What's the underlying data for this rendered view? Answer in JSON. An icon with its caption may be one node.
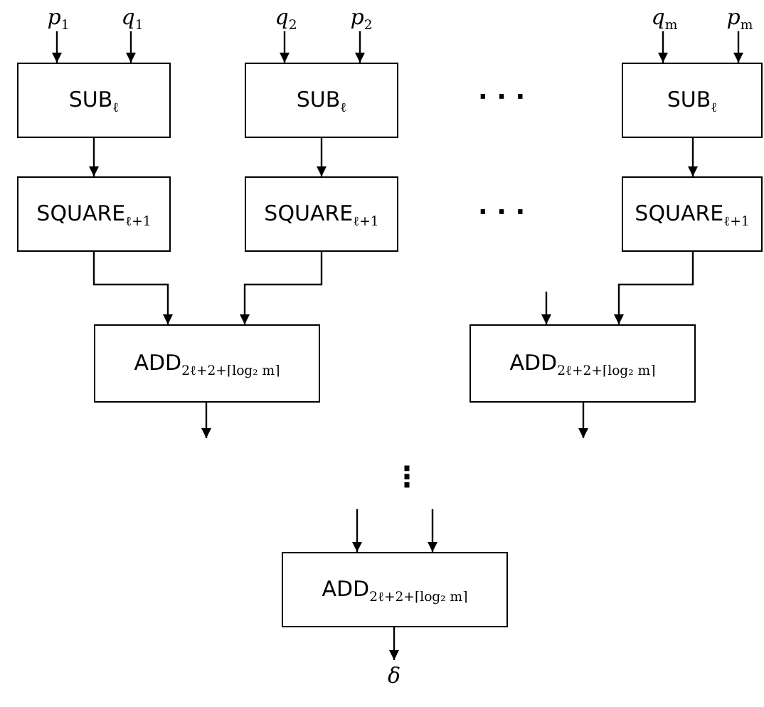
{
  "diagram": {
    "nodes": [
      {
        "text": [
          "*p*$_{1}$"
        ]
      },
      {
        "text": [
          "*q*$_{1}$"
        ]
      },
      {
        "text": [
          "*q*$_{2}$"
        ]
      },
      {
        "text": [
          "*p*$_{2}$"
        ]
      },
      {
        "text": [
          "*q*$_{m}$"
        ]
      },
      {
        "text": [
          "*p*$_{m}$"
        ]
      },
      {
        "text": [
          "SUB$_{ℓ}$"
        ]
      },
      {
        "text": [
          "SUB$_{ℓ}$"
        ]
      },
      {
        "text": [
          "SUB$_{ℓ}$"
        ]
      },
      {
        "text": [
          "SQUARE$_{ℓ+1}$"
        ]
      },
      {
        "text": [
          "SQUARE$_{ℓ+1}$"
        ]
      },
      {
        "text": [
          "SQUARE$_{ℓ+1}$"
        ]
      },
      {
        "text": [
          "ADD$_{2ℓ+2+⌈log₂ m⌉}$"
        ]
      },
      {
        "text": [
          "ADD$_{2ℓ+2+⌈log₂ m⌉}$"
        ]
      },
      {
        "text": [
          "ADD$_{2ℓ+2+⌈log₂ m⌉}$"
        ]
      },
      {
        "text": [
          "*δ*"
        ]
      }
    ],
    "edges": [
      {
        "from": 0,
        "to": 6,
        "arrow": "to"
      },
      {
        "from": 1,
        "to": 6,
        "arrow": "to"
      },
      {
        "from": 2,
        "to": 7,
        "arrow": "to"
      },
      {
        "from": 3,
        "to": 7,
        "arrow": "to"
      },
      {
        "from": 4,
        "to": 8,
        "arrow": "to"
      },
      {
        "from": 5,
        "to": 8,
        "arrow": "to"
      },
      {
        "from": 6,
        "to": 9,
        "arrow": "to"
      },
      {
        "from": 7,
        "to": 10,
        "arrow": "to"
      },
      {
        "from": 8,
        "to": 11,
        "arrow": "to"
      },
      {
        "from": 9,
        "to": 12,
        "arrow": "to"
      },
      {
        "from": 10,
        "to": 12,
        "arrow": "to"
      },
      {
        "from": null,
        "to": 13,
        "arrow": "to"
      },
      {
        "from": 11,
        "to": 13,
        "arrow": "to"
      },
      {
        "from": 12,
        "to": null,
        "arrow": "to"
      },
      {
        "from": 13,
        "to": null,
        "arrow": "to"
      },
      {
        "from": null,
        "to": 14,
        "arrow": "to"
      },
      {
        "from": null,
        "to": 14,
        "arrow": "to"
      },
      {
        "from": 14,
        "to": 15,
        "arrow": "to"
      }
    ],
    "labels": [
      "· · ·",
      "· · ·",
      "⋮"
    ]
  }
}
